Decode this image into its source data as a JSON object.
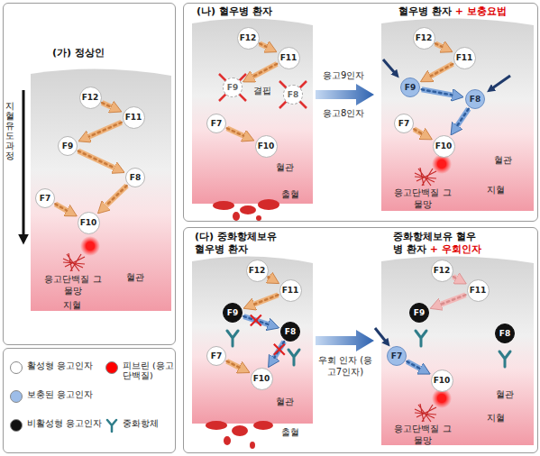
{
  "diagram": {
    "nodes": [
      {
        "text": [
          "(가) 정상인"
        ]
      },
      {
        "text": [
          "F12"
        ],
        "in": 0
      },
      {
        "text": [
          "F11"
        ],
        "in": 0
      },
      {
        "text": [
          "F9"
        ],
        "in": 0
      },
      {
        "text": [
          "F8"
        ],
        "in": 0
      },
      {
        "text": [
          "F7"
        ],
        "in": 0
      },
      {
        "text": [
          "F10"
        ],
        "in": 0
      },
      {
        "text": [
          "(나) 혈우병 환자",
          "혈우병 환자",
          "+ 보충요법"
        ]
      },
      {
        "text": [
          "F12"
        ],
        "in": 7
      },
      {
        "text": [
          "F11"
        ],
        "in": 7
      },
      {
        "text": [
          "F9"
        ],
        "in": 7
      },
      {
        "text": [
          "F8"
        ],
        "in": 7
      },
      {
        "text": [
          "F7"
        ],
        "in": 7
      },
      {
        "text": [
          "F10"
        ],
        "in": 7
      },
      {
        "text": [
          "F12"
        ],
        "in": 7
      },
      {
        "text": [
          "F11"
        ],
        "in": 7
      },
      {
        "text": [
          "F9"
        ],
        "in": 7
      },
      {
        "text": [
          "F8"
        ],
        "in": 7
      },
      {
        "text": [
          "F7"
        ],
        "in": 7
      },
      {
        "text": [
          "F10"
        ],
        "in": 7
      },
      {
        "text": [
          "(다) 중화항체보유 혈우병 환자",
          "중화항체보유 혈우병 환자",
          "+ 우회인자"
        ]
      },
      {
        "text": [
          "F12"
        ],
        "in": 20
      },
      {
        "text": [
          "F11"
        ],
        "in": 20
      },
      {
        "text": [
          "F9"
        ],
        "in": 20
      },
      {
        "text": [
          "F8"
        ],
        "in": 20
      },
      {
        "text": [
          "F7"
        ],
        "in": 20
      },
      {
        "text": [
          "F10"
        ],
        "in": 20
      },
      {
        "text": [
          "F12"
        ],
        "in": 20
      },
      {
        "text": [
          "F11"
        ],
        "in": 20
      },
      {
        "text": [
          "F9"
        ],
        "in": 20
      },
      {
        "text": [
          "F8"
        ],
        "in": 20
      },
      {
        "text": [
          "F7"
        ],
        "in": 20
      },
      {
        "text": [
          "F10"
        ],
        "in": 20
      }
    ],
    "edges": [
      {
        "from": 1,
        "to": 2,
        "arrow": "to"
      },
      {
        "from": 2,
        "to": 3,
        "arrow": "to"
      },
      {
        "from": 3,
        "to": 4,
        "arrow": "to"
      },
      {
        "from": 5,
        "to": 6,
        "arrow": "to"
      },
      {
        "from": 4,
        "to": 6,
        "arrow": "to"
      },
      {
        "from": 8,
        "to": 9,
        "arrow": "to"
      },
      {
        "from": 9,
        "to": 10,
        "arrow": "to"
      },
      {
        "from": 12,
        "to": 13,
        "arrow": "to"
      },
      {
        "from": 14,
        "to": 15,
        "arrow": "to"
      },
      {
        "from": 15,
        "to": 16,
        "arrow": "to"
      },
      {
        "from": 16,
        "to": 17,
        "arrow": "to"
      },
      {
        "from": 17,
        "to": 19,
        "arrow": "to"
      },
      {
        "from": 18,
        "to": 19,
        "arrow": "to"
      },
      {
        "from": 21,
        "to": 22,
        "arrow": "to"
      },
      {
        "from": 22,
        "to": 23,
        "arrow": "to"
      },
      {
        "from": 23,
        "to": 24,
        "arrow": "to"
      },
      {
        "from": 24,
        "to": 26,
        "arrow": "to"
      },
      {
        "from": 25,
        "to": 26,
        "arrow": "to"
      },
      {
        "from": 27,
        "to": 28,
        "arrow": "to"
      },
      {
        "from": 28,
        "to": 29,
        "arrow": "to"
      },
      {
        "from": 31,
        "to": 32,
        "arrow": "to"
      }
    ],
    "labels": [
      "지혈 유도 과정",
      "혈관",
      "응고단백질 그물망",
      "지혈",
      "결핍",
      "혈관",
      "출혈",
      "응고9인자",
      "응고8인자",
      "혈관",
      "응고단백질 그물망",
      "지혈",
      "혈관",
      "출혈",
      "우회 인자 (응고7인자)",
      "혈관",
      "응고단백질 그물망",
      "지혈"
    ],
    "legend": [
      {
        "text": "활성형 응고인자",
        "color": "#ffffff"
      },
      {
        "text": "피브린 (응고단백질)",
        "color": "#ff0000"
      },
      {
        "text": "보충된 응고인자",
        "color": "#9dbde8"
      },
      {
        "text": "비활성형 응고인자",
        "color": "#111111"
      },
      {
        "text": "중화항체"
      }
    ]
  }
}
